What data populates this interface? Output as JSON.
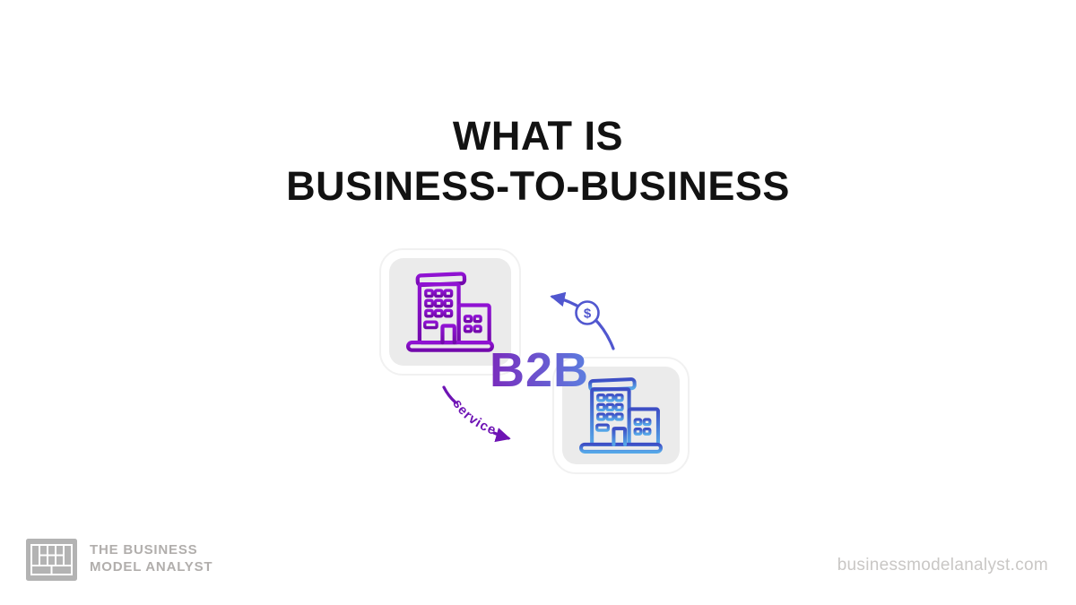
{
  "title": {
    "line1": "WHAT IS",
    "line2": "BUSINESS-TO-BUSINESS"
  },
  "diagram": {
    "b2b_label": "B2B",
    "service_label": "service",
    "money_symbol": "$",
    "cards": [
      {
        "name": "business-1",
        "icon": "building-icon",
        "accent": "#7d10c0"
      },
      {
        "name": "business-2",
        "icon": "building-icon",
        "accent": "#4f8fdc"
      }
    ],
    "money_arrow_color": "#5157cf",
    "service_arrow_color": "#6e14b4",
    "b2b_gradient": [
      "#7a2bbd",
      "#5b7fe0"
    ]
  },
  "footer": {
    "logo_icon": "business-model-canvas-icon",
    "logo_line1": "THE BUSINESS",
    "logo_line2": "MODEL ANALYST",
    "website": "businessmodelanalyst.com"
  },
  "colors": {
    "background": "#ffffff",
    "title_text": "#121212",
    "card_fill": "#ebebeb",
    "card_border": "#f1f1f1",
    "footer_gray": "#b1aeac",
    "website_gray": "#c9c7c5"
  }
}
